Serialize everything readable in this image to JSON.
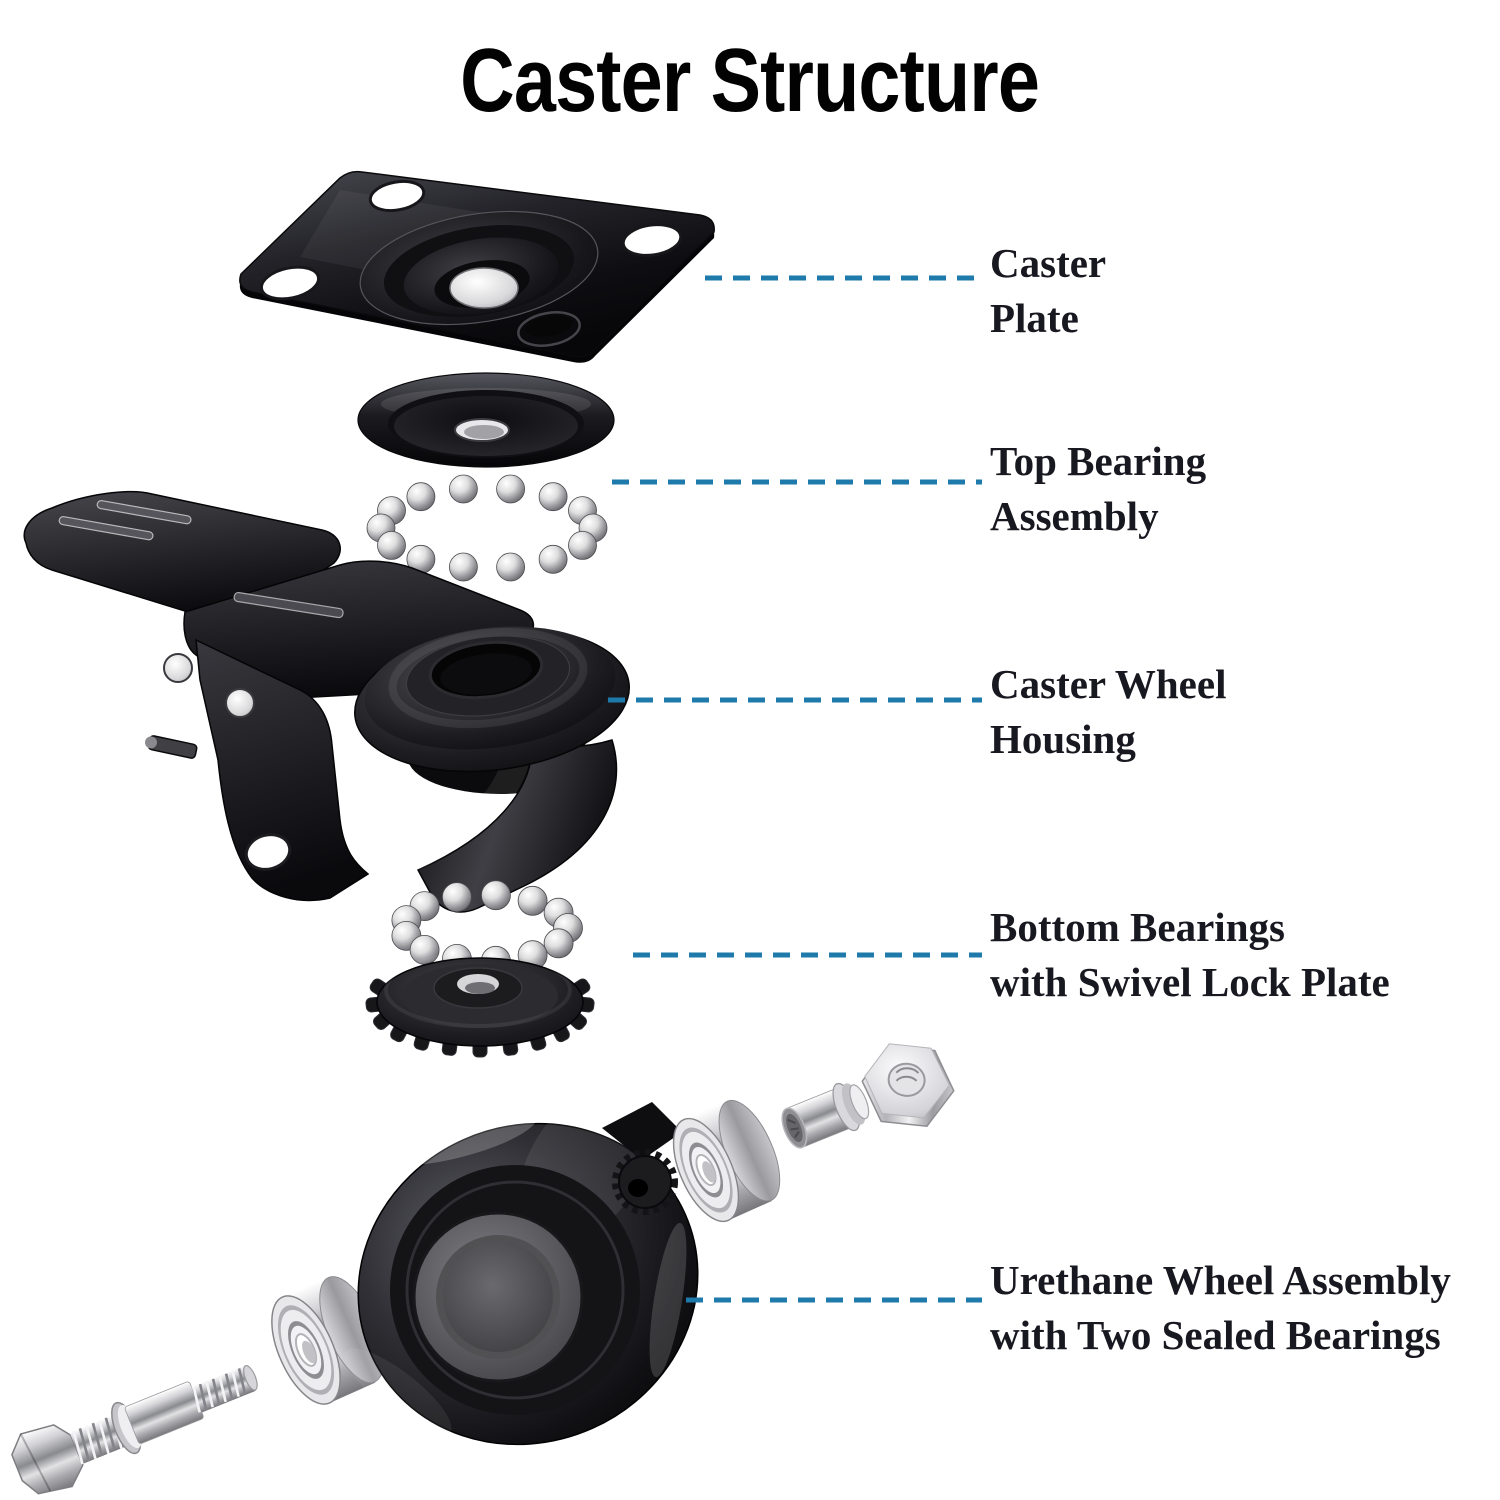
{
  "title": "Caster Structure",
  "colors": {
    "leader_line": "#1d7aab",
    "label_text": "#181820",
    "title_text": "#020202",
    "background": "#ffffff"
  },
  "labels": [
    {
      "line1": "Caster",
      "line2": "Plate"
    },
    {
      "line1": "Top Bearing",
      "line2": "Assembly"
    },
    {
      "line1": "Caster Wheel",
      "line2": "Housing"
    },
    {
      "line1": "Bottom Bearings",
      "line2": "with Swivel Lock Plate"
    },
    {
      "line1": "Urethane Wheel Assembly",
      "line2": "with Two Sealed Bearings"
    }
  ],
  "illustration_parts": [
    "caster-plate",
    "top-bearing-dish",
    "top-bearing-balls",
    "caster-wheel-housing",
    "brake-pedal",
    "bottom-bearing-balls",
    "swivel-lock-plate",
    "axle-bolt",
    "sealed-bearing-left",
    "urethane-wheel",
    "sealed-bearing-right",
    "axle-sleeve",
    "hex-nut"
  ]
}
